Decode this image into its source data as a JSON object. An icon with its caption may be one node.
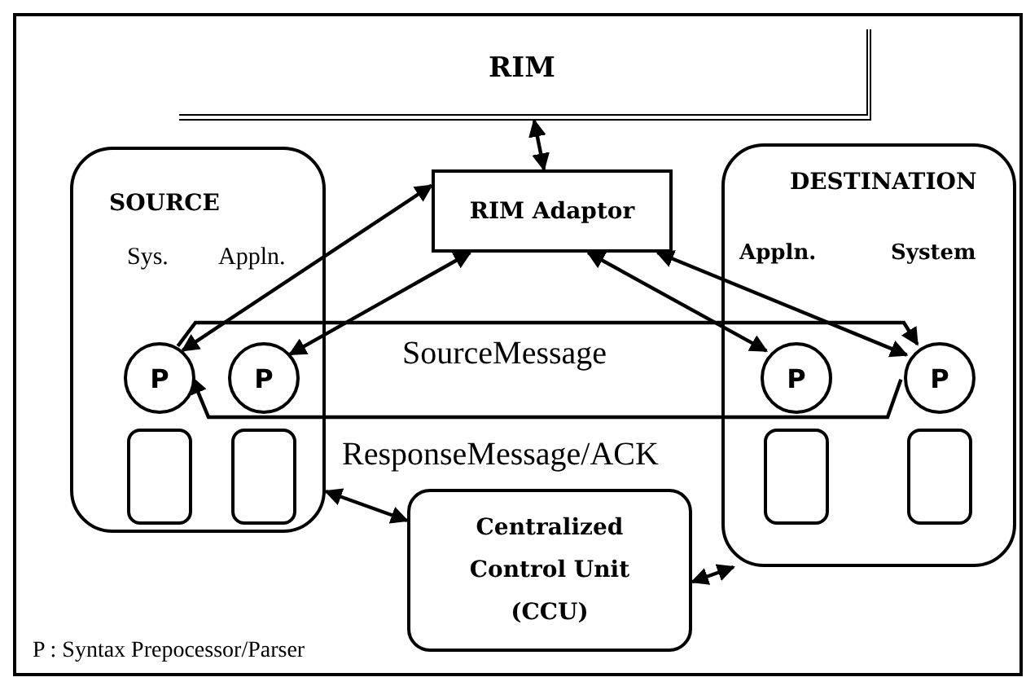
{
  "diagram": {
    "nodes": [
      {
        "text": [
          "RIM"
        ]
      },
      {
        "text": [
          "RIM Adaptor"
        ]
      },
      {
        "text": [
          "SOURCE"
        ]
      },
      {
        "text": [
          "P"
        ],
        "beside": [
          "Sys."
        ],
        "in": 2
      },
      {
        "text": [
          "P"
        ],
        "beside": [
          "Appln."
        ],
        "in": 2
      },
      {
        "text": [
          "DESTINATION"
        ]
      },
      {
        "text": [
          "P"
        ],
        "beside": [
          "Appln."
        ],
        "in": 5
      },
      {
        "text": [
          "P"
        ],
        "beside": [
          "System"
        ],
        "in": 5
      },
      {
        "text": [
          "Centralized Control Unit (CCU)"
        ]
      },
      {
        "text": [],
        "shape": "cylinder",
        "in": 2
      },
      {
        "text": [],
        "shape": "cylinder",
        "in": 2
      },
      {
        "text": [],
        "shape": "cylinder",
        "in": 5
      },
      {
        "text": [],
        "shape": "cylinder",
        "in": 5
      }
    ],
    "edges": [
      {
        "from": 0,
        "to": 1,
        "arrow": "both"
      },
      {
        "from": 1,
        "to": 3,
        "arrow": "both"
      },
      {
        "from": 1,
        "to": 4,
        "arrow": "both"
      },
      {
        "from": 1,
        "to": 6,
        "arrow": "both"
      },
      {
        "from": 1,
        "to": 7,
        "arrow": "both"
      },
      {
        "from": 3,
        "to": 7,
        "arrow": "to",
        "label": "SourceMessage"
      },
      {
        "from": 7,
        "to": 3,
        "arrow": "to",
        "label": "ResponseMessage/ACK"
      },
      {
        "from": 2,
        "to": 8,
        "arrow": "both"
      },
      {
        "from": 8,
        "to": 5,
        "arrow": "both"
      }
    ],
    "labels": [
      "P : Syntax Prepocessor/Parser"
    ]
  }
}
